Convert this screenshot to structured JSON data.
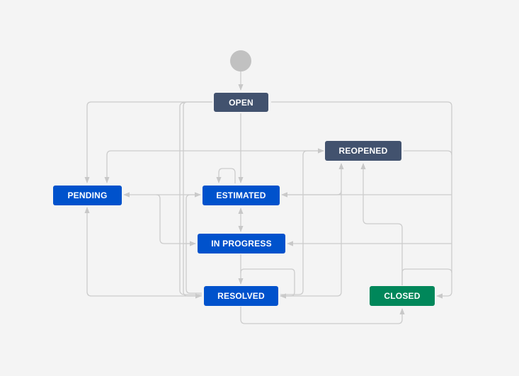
{
  "workflow": {
    "statuses": {
      "open": "OPEN",
      "reopened": "REOPENED",
      "pending": "PENDING",
      "estimated": "ESTIMATED",
      "in_progress": "IN PROGRESS",
      "resolved": "RESOLVED",
      "closed": "CLOSED"
    },
    "colors": {
      "todo": "#42526e",
      "in_progress": "#0052cc",
      "done": "#00875a",
      "start": "#c1c1c1",
      "connector": "#c8c8c8",
      "background": "#f4f4f4"
    }
  }
}
